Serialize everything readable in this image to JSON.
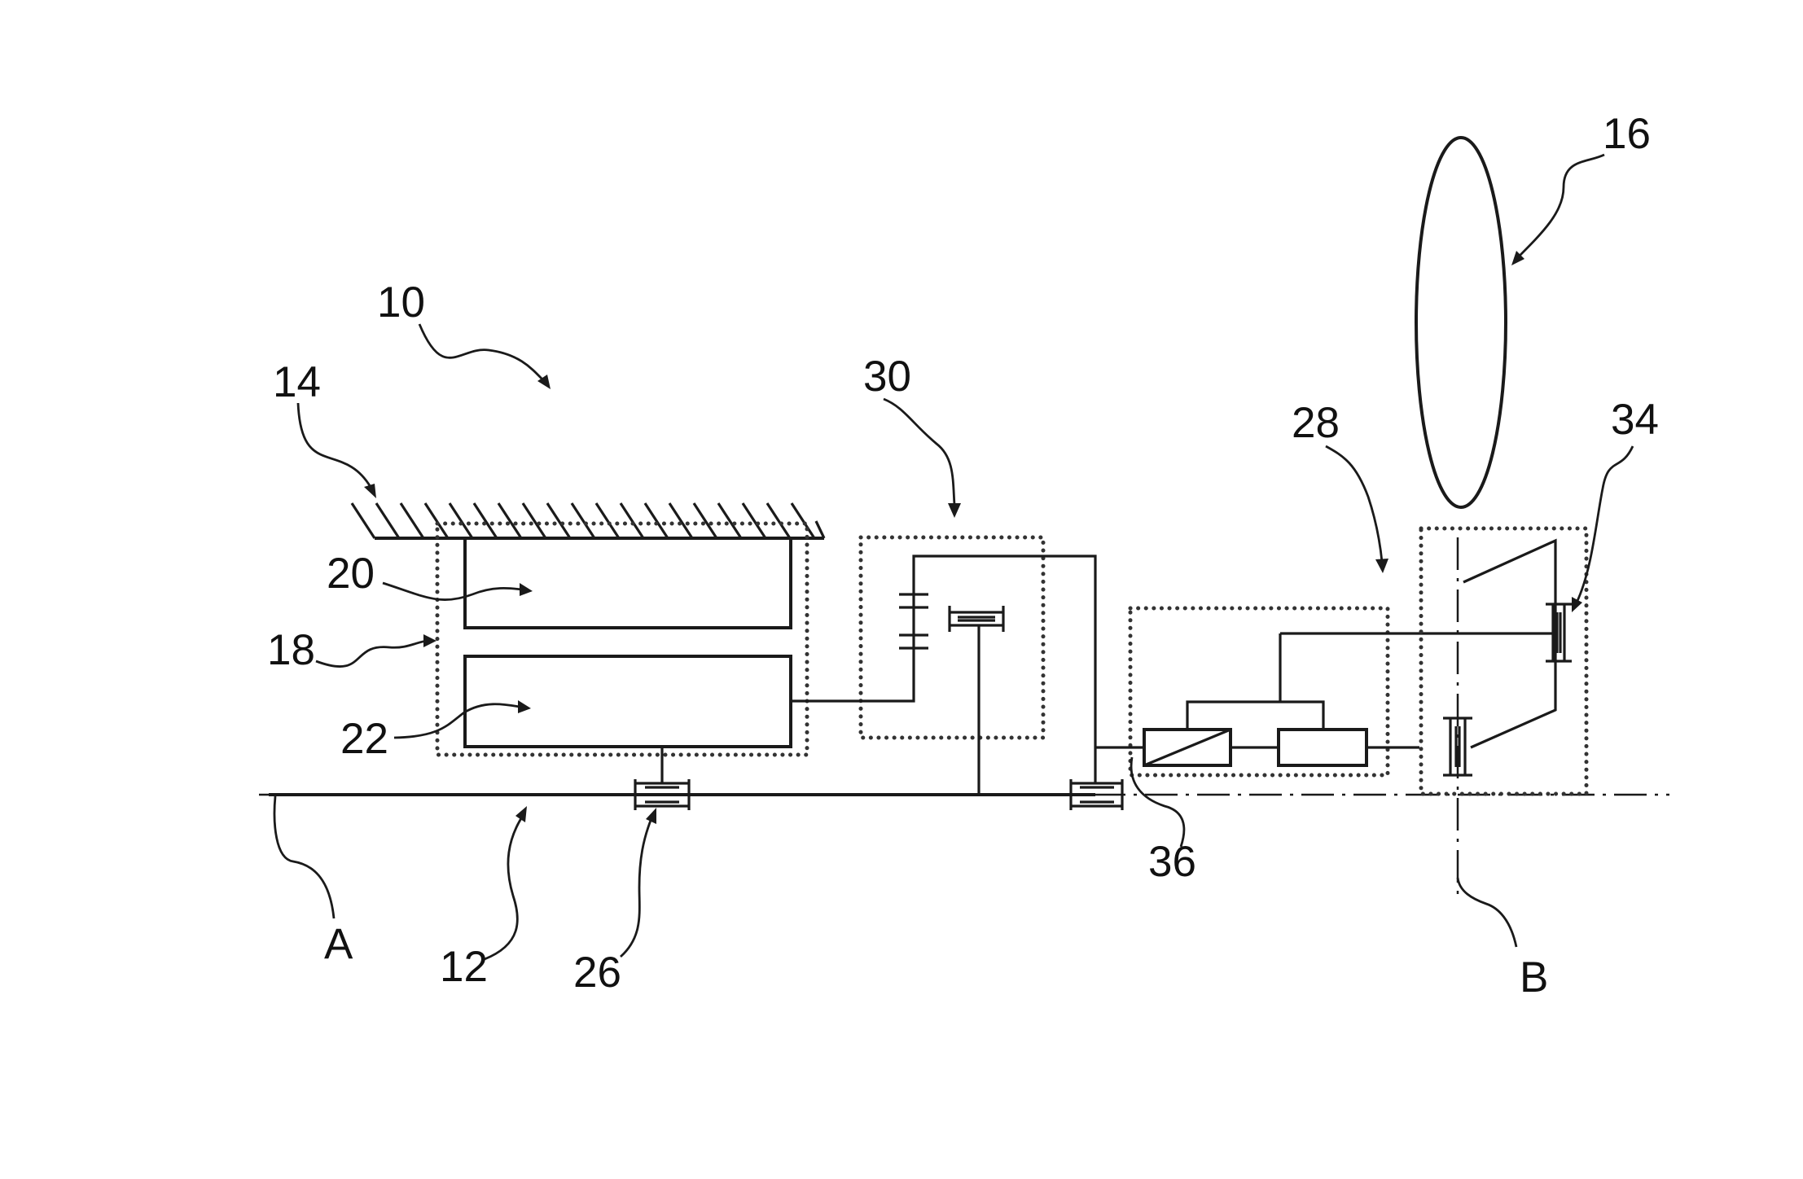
{
  "labels": {
    "l10": "10",
    "l14": "14",
    "l16": "16",
    "l18": "18",
    "l20": "20",
    "l22": "22",
    "l28": "28",
    "l30": "30",
    "l34": "34",
    "l36": "36",
    "l12": "12",
    "l26": "26",
    "lA": "A",
    "lB": "B"
  }
}
